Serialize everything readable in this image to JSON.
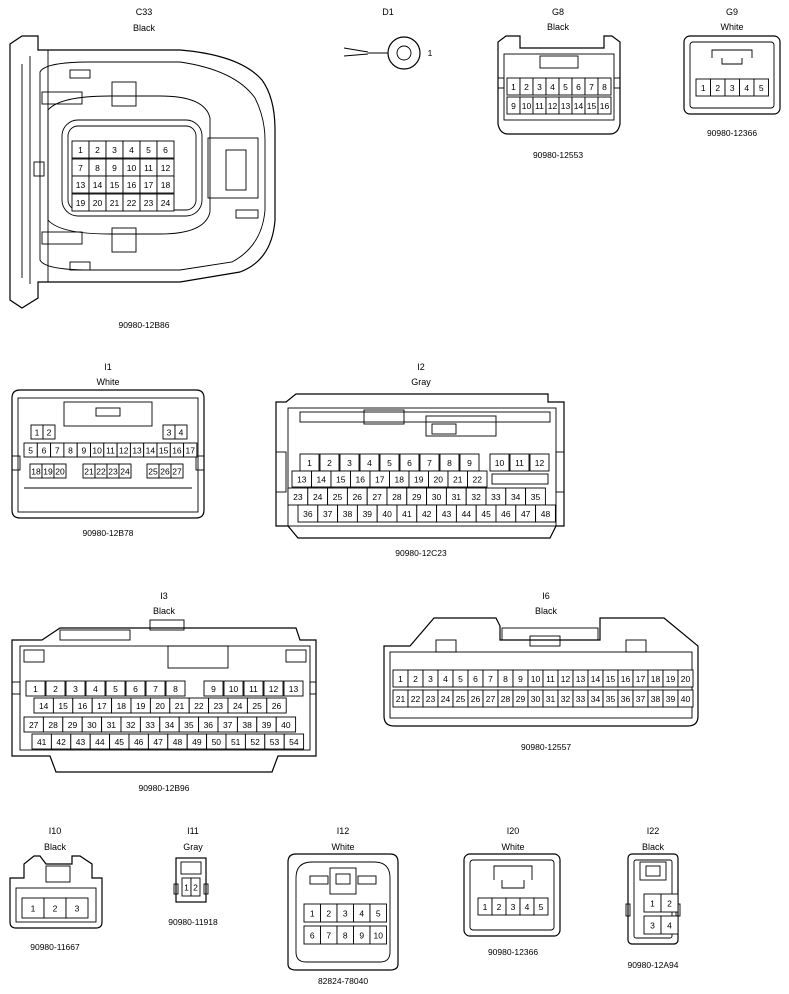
{
  "connectors": [
    {
      "id": "C33",
      "color": "Black",
      "part": "90980-12B86",
      "pins": [
        [
          "1",
          "2",
          "3",
          "4",
          "5",
          "6"
        ],
        [
          "7",
          "8",
          "9",
          "10",
          "11",
          "12"
        ],
        [
          "13",
          "14",
          "15",
          "16",
          "17",
          "18"
        ],
        [
          "19",
          "20",
          "21",
          "22",
          "23",
          "24"
        ]
      ]
    },
    {
      "id": "D1",
      "color": "",
      "part": "",
      "pins": [
        [
          "1"
        ]
      ]
    },
    {
      "id": "G8",
      "color": "Black",
      "part": "90980-12553",
      "pins": [
        [
          "1",
          "2",
          "3",
          "4",
          "5",
          "6",
          "7",
          "8"
        ],
        [
          "9",
          "10",
          "11",
          "12",
          "13",
          "14",
          "15",
          "16"
        ]
      ]
    },
    {
      "id": "G9",
      "color": "White",
      "part": "90980-12366",
      "pins": [
        [
          "1",
          "2",
          "3",
          "4",
          "5"
        ]
      ]
    },
    {
      "id": "I1",
      "color": "White",
      "part": "90980-12B78",
      "pins": [
        [
          "1",
          "2",
          "3",
          "4"
        ],
        [
          "5",
          "6",
          "7",
          "8",
          "9",
          "10",
          "11",
          "12",
          "13",
          "14",
          "15",
          "16",
          "17"
        ],
        [
          "18",
          "19",
          "20",
          "21",
          "22",
          "23",
          "24",
          "25",
          "26",
          "27"
        ]
      ]
    },
    {
      "id": "I2",
      "color": "Gray",
      "part": "90980-12C23",
      "pins": [
        [
          "1",
          "2",
          "3",
          "4",
          "5",
          "6",
          "7",
          "8",
          "9",
          "10",
          "11",
          "12"
        ],
        [
          "13",
          "14",
          "15",
          "16",
          "17",
          "18",
          "19",
          "20",
          "21",
          "22"
        ],
        [
          "23",
          "24",
          "25",
          "26",
          "27",
          "28",
          "29",
          "30",
          "31",
          "32",
          "33",
          "34",
          "35"
        ],
        [
          "36",
          "37",
          "38",
          "39",
          "40",
          "41",
          "42",
          "43",
          "44",
          "45",
          "46",
          "47",
          "48"
        ]
      ]
    },
    {
      "id": "I3",
      "color": "Black",
      "part": "90980-12B96",
      "pins": [
        [
          "1",
          "2",
          "3",
          "4",
          "5",
          "6",
          "7",
          "8",
          "9",
          "10",
          "11",
          "12",
          "13"
        ],
        [
          "14",
          "15",
          "16",
          "17",
          "18",
          "19",
          "20",
          "21",
          "22",
          "23",
          "24",
          "25",
          "26"
        ],
        [
          "27",
          "28",
          "29",
          "30",
          "31",
          "32",
          "33",
          "34",
          "35",
          "36",
          "37",
          "38",
          "39",
          "40"
        ],
        [
          "41",
          "42",
          "43",
          "44",
          "45",
          "46",
          "47",
          "48",
          "49",
          "50",
          "51",
          "52",
          "53",
          "54"
        ]
      ]
    },
    {
      "id": "I6",
      "color": "Black",
      "part": "90980-12557",
      "pins": [
        [
          "1",
          "2",
          "3",
          "4",
          "5",
          "6",
          "7",
          "8",
          "9",
          "10",
          "11",
          "12",
          "13",
          "14",
          "15",
          "16",
          "17",
          "18",
          "19",
          "20"
        ],
        [
          "21",
          "22",
          "23",
          "24",
          "25",
          "26",
          "27",
          "28",
          "29",
          "30",
          "31",
          "32",
          "33",
          "34",
          "35",
          "36",
          "37",
          "38",
          "39",
          "40"
        ]
      ]
    },
    {
      "id": "I10",
      "color": "Black",
      "part": "90980-11667",
      "pins": [
        [
          "1",
          "2",
          "3"
        ]
      ]
    },
    {
      "id": "I11",
      "color": "Gray",
      "part": "90980-11918",
      "pins": [
        [
          "1",
          "2"
        ]
      ]
    },
    {
      "id": "I12",
      "color": "White",
      "part": "82824-78040",
      "pins": [
        [
          "1",
          "2",
          "3",
          "4",
          "5"
        ],
        [
          "6",
          "7",
          "8",
          "9",
          "10"
        ]
      ]
    },
    {
      "id": "I20",
      "color": "White",
      "part": "90980-12366",
      "pins": [
        [
          "1",
          "2",
          "3",
          "4",
          "5"
        ]
      ]
    },
    {
      "id": "I22",
      "color": "Black",
      "part": "90980-12A94",
      "pins": [
        [
          "1",
          "2"
        ],
        [
          "3",
          "4"
        ]
      ]
    }
  ]
}
